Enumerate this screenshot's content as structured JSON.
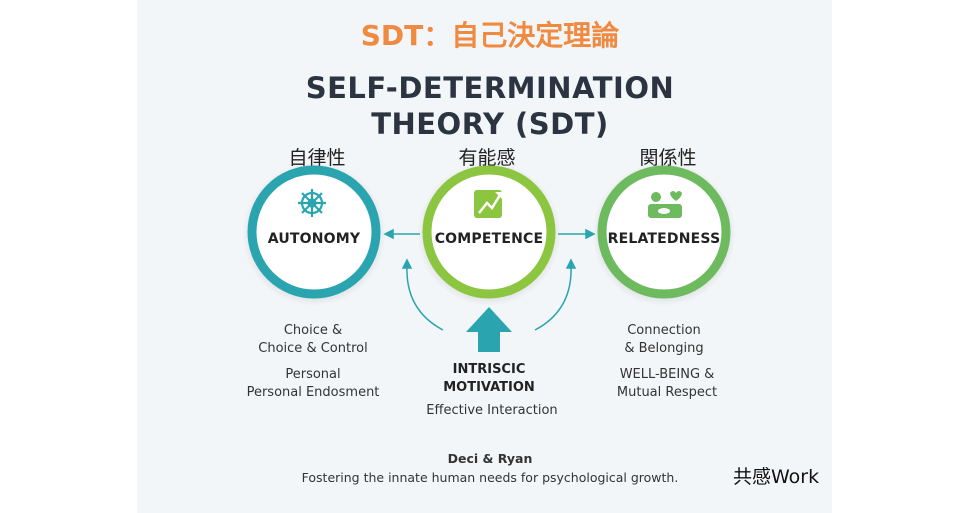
{
  "header": {
    "jp_title": "SDT：自己決定理論",
    "title_line1": "SELF-DETERMINATION",
    "title_line2": "THEORY (SDT)"
  },
  "needs": [
    {
      "jp": "自律性",
      "label": "AUTONOMY",
      "icon": "ship-wheel-icon",
      "color": "#2aa5b0",
      "desc": [
        "Choice &",
        "Choice & Control",
        "Personal",
        "Personal Endosment"
      ]
    },
    {
      "jp": "有能感",
      "label": "COMPETENCE",
      "icon": "growth-chart-icon",
      "color": "#8cc53f",
      "desc": []
    },
    {
      "jp": "関係性",
      "label": "RELATEDNESS",
      "icon": "people-heart-icon",
      "color": "#6dbb5e",
      "desc": [
        "Connection",
        "& Belonging",
        "WELL-BEING &",
        "Mutual Respect"
      ]
    }
  ],
  "center": {
    "line1": "INTRISCIC",
    "line2": "MOTIVATION",
    "sub": "Effective Interaction"
  },
  "footer": {
    "authors": "Deci & Ryan",
    "tagline": "Fostering the innate human needs for psychological growth.",
    "brand": "共感Work"
  },
  "colors": {
    "accent_orange": "#f08a40",
    "teal": "#2aa5b0",
    "lime": "#8cc53f",
    "green": "#6dbb5e",
    "arrow": "#2aa5b0"
  }
}
